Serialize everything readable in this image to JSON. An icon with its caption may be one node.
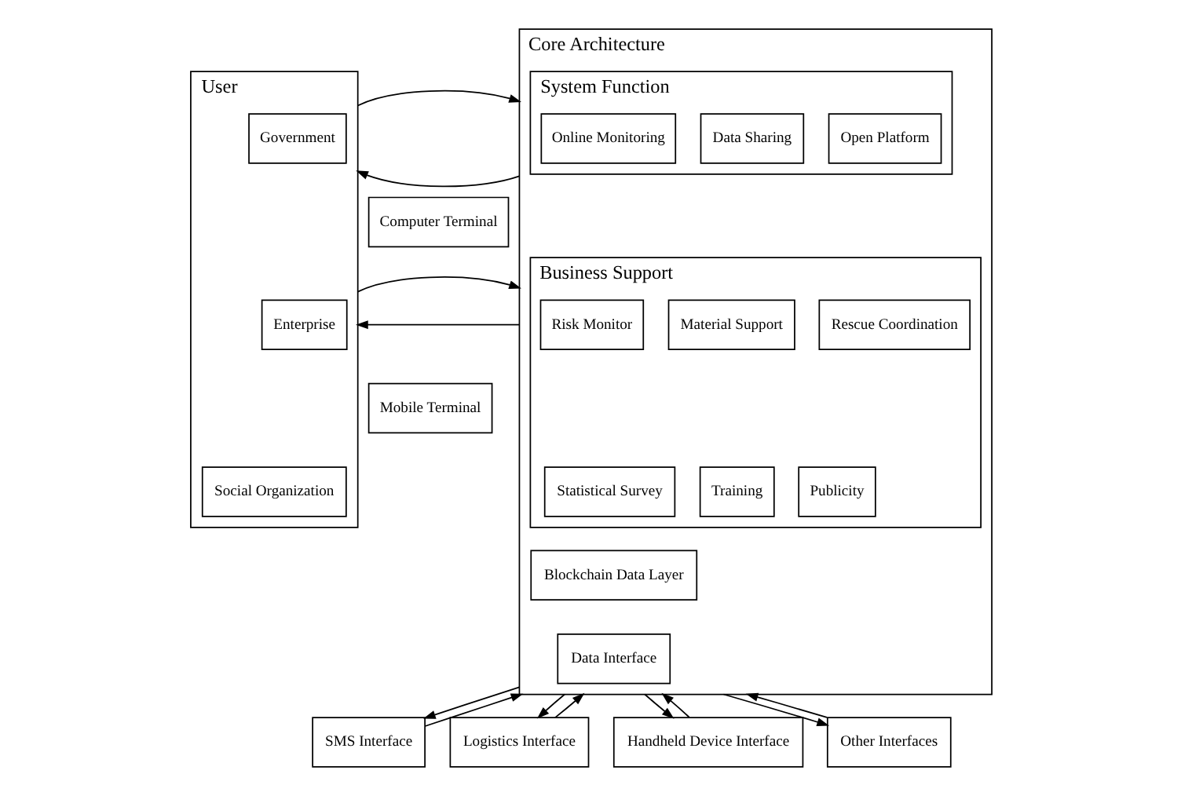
{
  "diagram": {
    "nodes": [
      {
        "text": [
          "User"
        ]
      },
      {
        "text": [
          "Government"
        ],
        "in": 0
      },
      {
        "text": [
          "Enterprise"
        ],
        "in": 0
      },
      {
        "text": [
          "Social Organization"
        ],
        "in": 0
      },
      {
        "text": [
          "Computer Terminal"
        ]
      },
      {
        "text": [
          "Mobile Terminal"
        ]
      },
      {
        "text": [
          "Core Architecture"
        ]
      },
      {
        "text": [
          "System Function"
        ],
        "in": 6
      },
      {
        "text": [
          "Online Monitoring"
        ],
        "in": 7
      },
      {
        "text": [
          "Data Sharing"
        ],
        "in": 7
      },
      {
        "text": [
          "Open Platform"
        ],
        "in": 7
      },
      {
        "text": [
          "Business Support"
        ],
        "in": 6
      },
      {
        "text": [
          "Risk Monitor"
        ],
        "in": 11
      },
      {
        "text": [
          "Material Support"
        ],
        "in": 11
      },
      {
        "text": [
          "Rescue Coordination"
        ],
        "in": 11
      },
      {
        "text": [
          "Statistical Survey"
        ],
        "in": 11
      },
      {
        "text": [
          "Training"
        ],
        "in": 11
      },
      {
        "text": [
          "Publicity"
        ],
        "in": 11
      },
      {
        "text": [
          "Blockchain Data Layer"
        ],
        "in": 6
      },
      {
        "text": [
          "Data Interface"
        ],
        "in": 6
      },
      {
        "text": [
          "SMS Interface"
        ]
      },
      {
        "text": [
          "Logistics Interface"
        ]
      },
      {
        "text": [
          "Handheld Device Interface"
        ]
      },
      {
        "text": [
          "Other Interfaces"
        ]
      }
    ],
    "edges": [
      {
        "from": 0,
        "to": 6,
        "arrow": "to"
      },
      {
        "from": 0,
        "to": 6,
        "arrow": "to"
      },
      {
        "from": 6,
        "to": 0,
        "arrow": "to"
      },
      {
        "from": 6,
        "to": 0,
        "arrow": "to"
      },
      {
        "from": 6,
        "to": 20,
        "arrow": "to"
      },
      {
        "from": 20,
        "to": 6,
        "arrow": "to"
      },
      {
        "from": 6,
        "to": 21,
        "arrow": "to"
      },
      {
        "from": 21,
        "to": 6,
        "arrow": "to"
      },
      {
        "from": 6,
        "to": 22,
        "arrow": "to"
      },
      {
        "from": 22,
        "to": 6,
        "arrow": "to"
      },
      {
        "from": 6,
        "to": 23,
        "arrow": "to"
      },
      {
        "from": 23,
        "to": 6,
        "arrow": "to"
      }
    ]
  }
}
